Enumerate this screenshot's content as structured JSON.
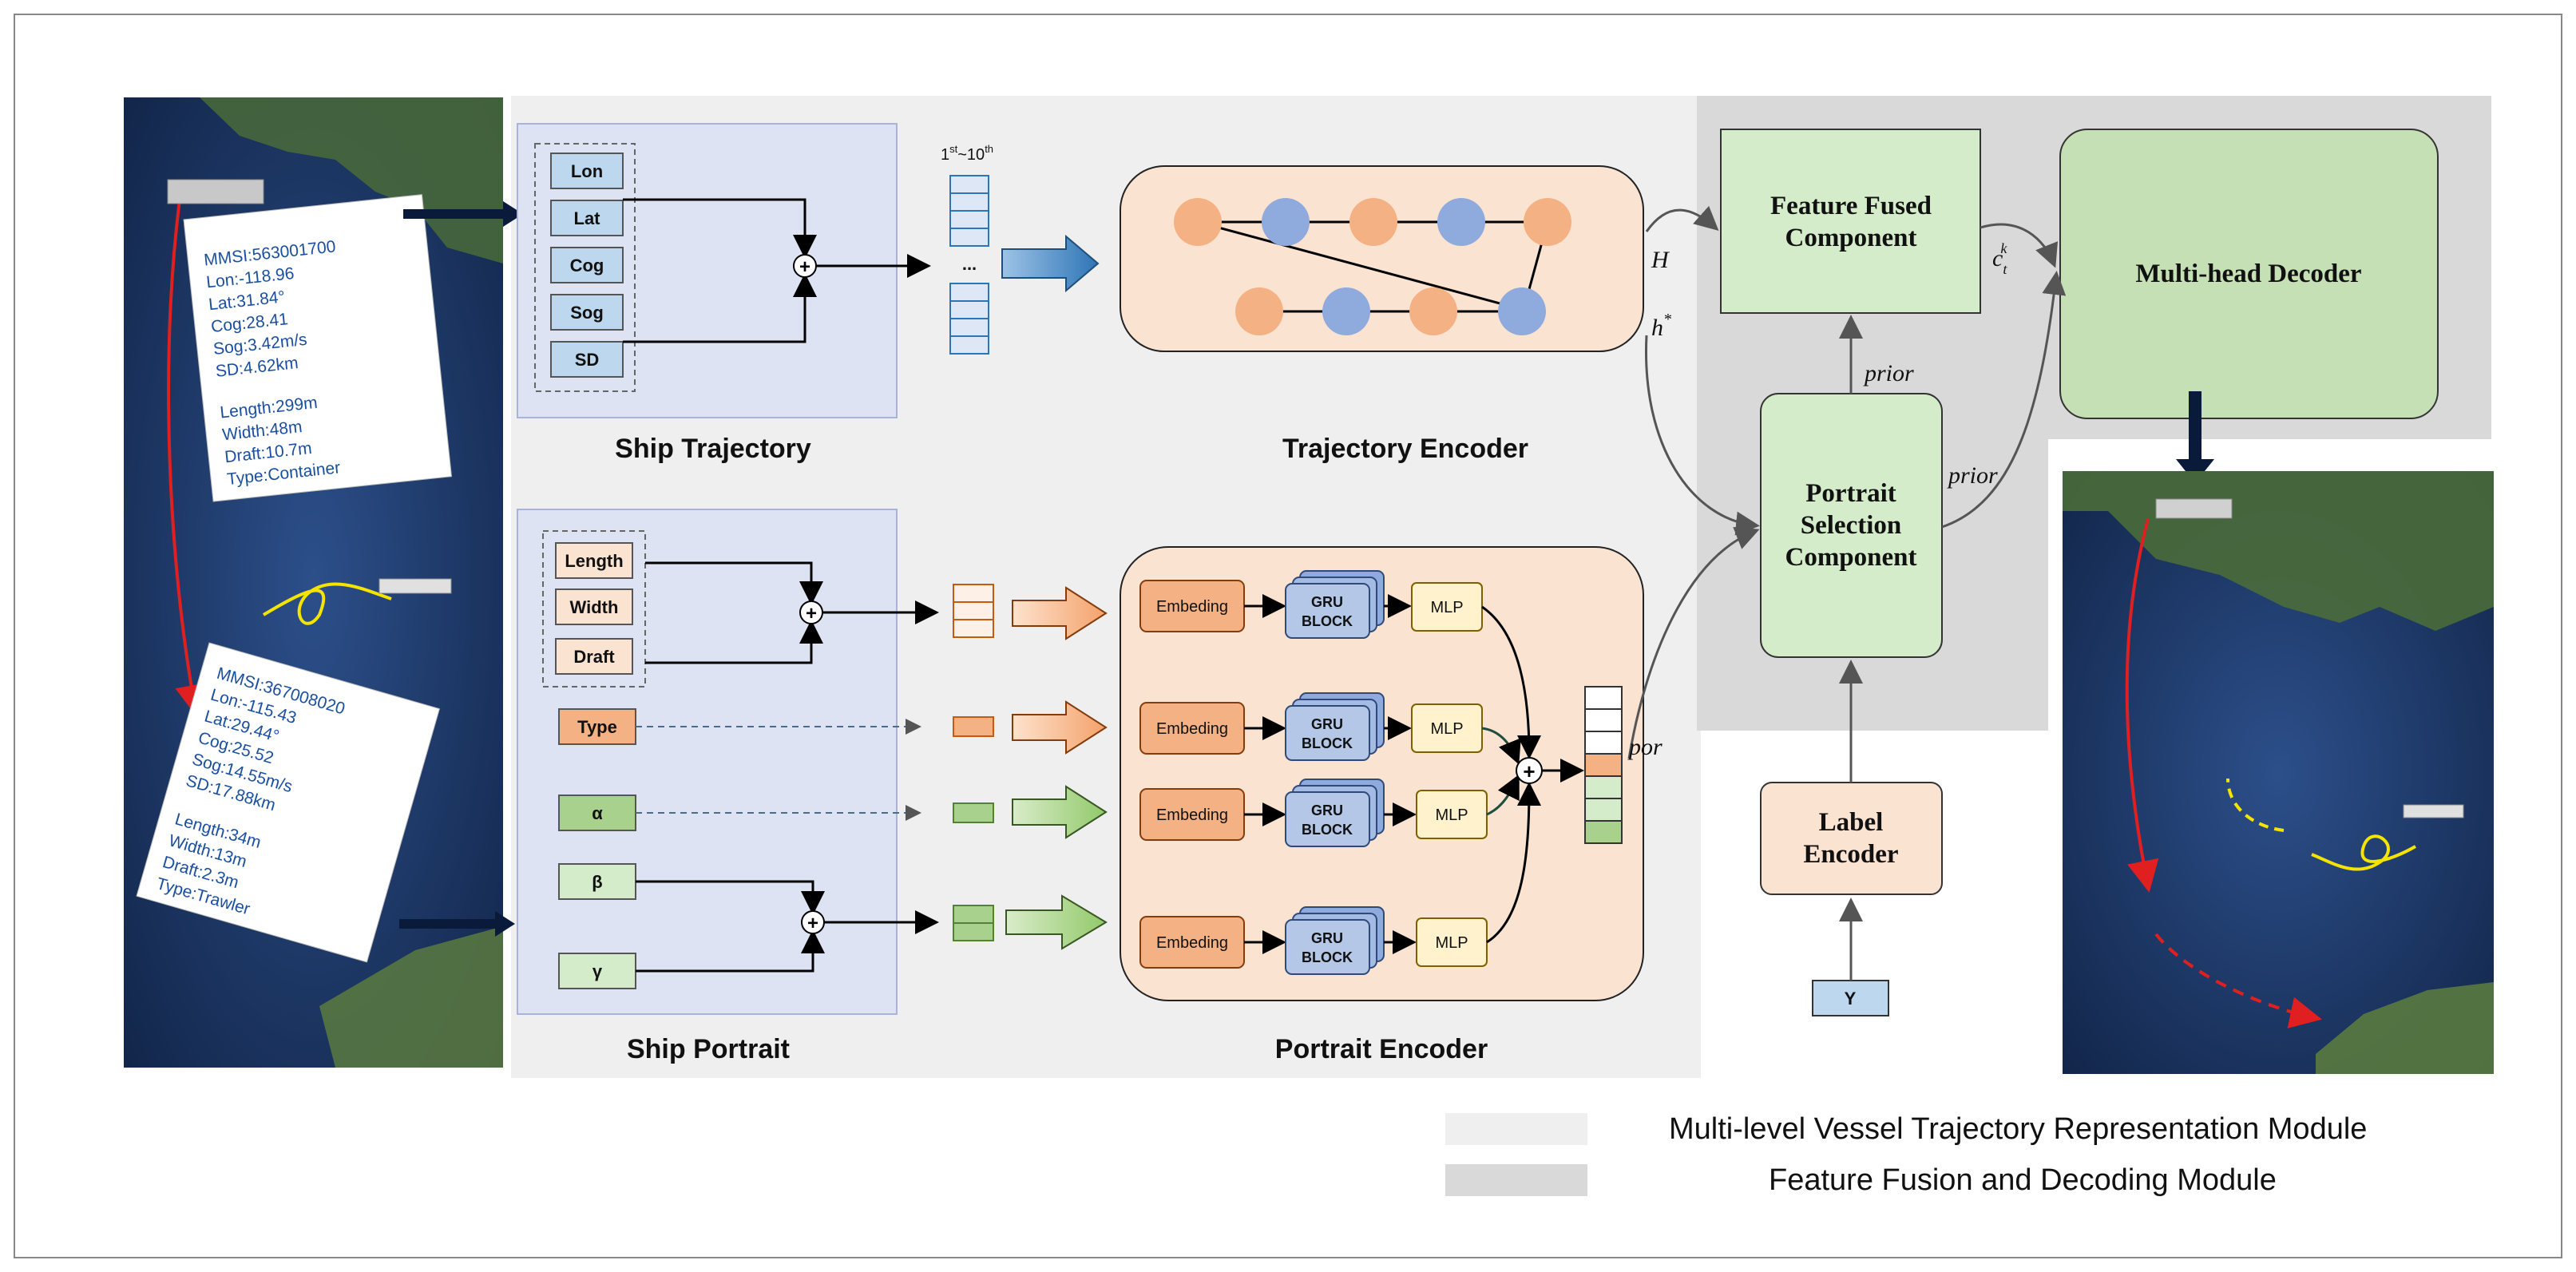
{
  "trajectory_block": {
    "title": "Ship Trajectory",
    "features": [
      "Lon",
      "Lat",
      "Cog",
      "Sog",
      "SD"
    ],
    "seq_label": "1st~10th",
    "seq_label_main": "1",
    "seq_label_sup1": "st",
    "seq_label_mid": "~10",
    "seq_label_sup2": "th",
    "ellipsis": "..."
  },
  "portrait_block": {
    "title": "Ship Portrait",
    "features": [
      "Length",
      "Width",
      "Draft"
    ],
    "type_label": "Type",
    "alpha_label": "α",
    "beta_label": "β",
    "gamma_label": "γ"
  },
  "trajectory_encoder": {
    "title": "Trajectory Encoder"
  },
  "portrait_encoder": {
    "title": "Portrait Encoder",
    "embedding_label": "Embeding",
    "gru_label_1": "GRU",
    "gru_label_2": "BLOCK",
    "mlp_label": "MLP"
  },
  "fusion": {
    "feature_fused": [
      "Feature Fused",
      "Component"
    ],
    "portrait_selection": [
      "Portrait",
      "Selection",
      "Component"
    ],
    "label_encoder": [
      "Label",
      "Encoder"
    ],
    "decoder": "Multi-head Decoder",
    "y_label": "Y",
    "H": "H",
    "h_star": "h*",
    "h_star_main": "h",
    "h_star_sup": "*",
    "prior_1": "prior",
    "prior_2": "prior",
    "por": "por",
    "ctk_main": "c",
    "ctk_sub": "t",
    "ctk_sup": "k"
  },
  "card_1": [
    "MMSI:563001700",
    "Lon:-118.96",
    "Lat:31.84°",
    "Cog:28.41",
    "Sog:3.42m/s",
    "SD:4.62km",
    "",
    "Length:299m",
    "Width:48m",
    "Draft:10.7m",
    "Type:Container"
  ],
  "card_2": [
    "MMSI:367008020",
    "Lon:-115.43",
    "Lat:29.44°",
    "Cog:25.52",
    "Sog:14.55m/s",
    "SD:17.88km",
    "",
    "Length:34m",
    "Width:13m",
    "Draft:2.3m",
    "Type:Trawler"
  ],
  "legend": {
    "item_1": "Multi-level Vessel Trajectory  Representation Module",
    "item_2": "Feature Fusion and Decoding Module"
  },
  "colors": {
    "light_bg": "#efefef",
    "dark_bg": "#d9d9d9",
    "blue_panel": "#dde3f3",
    "peach_panel": "#fbe3d2",
    "green_box": "#d5eccb",
    "orange_node": "#f4b183",
    "blue_node": "#8faadc"
  }
}
